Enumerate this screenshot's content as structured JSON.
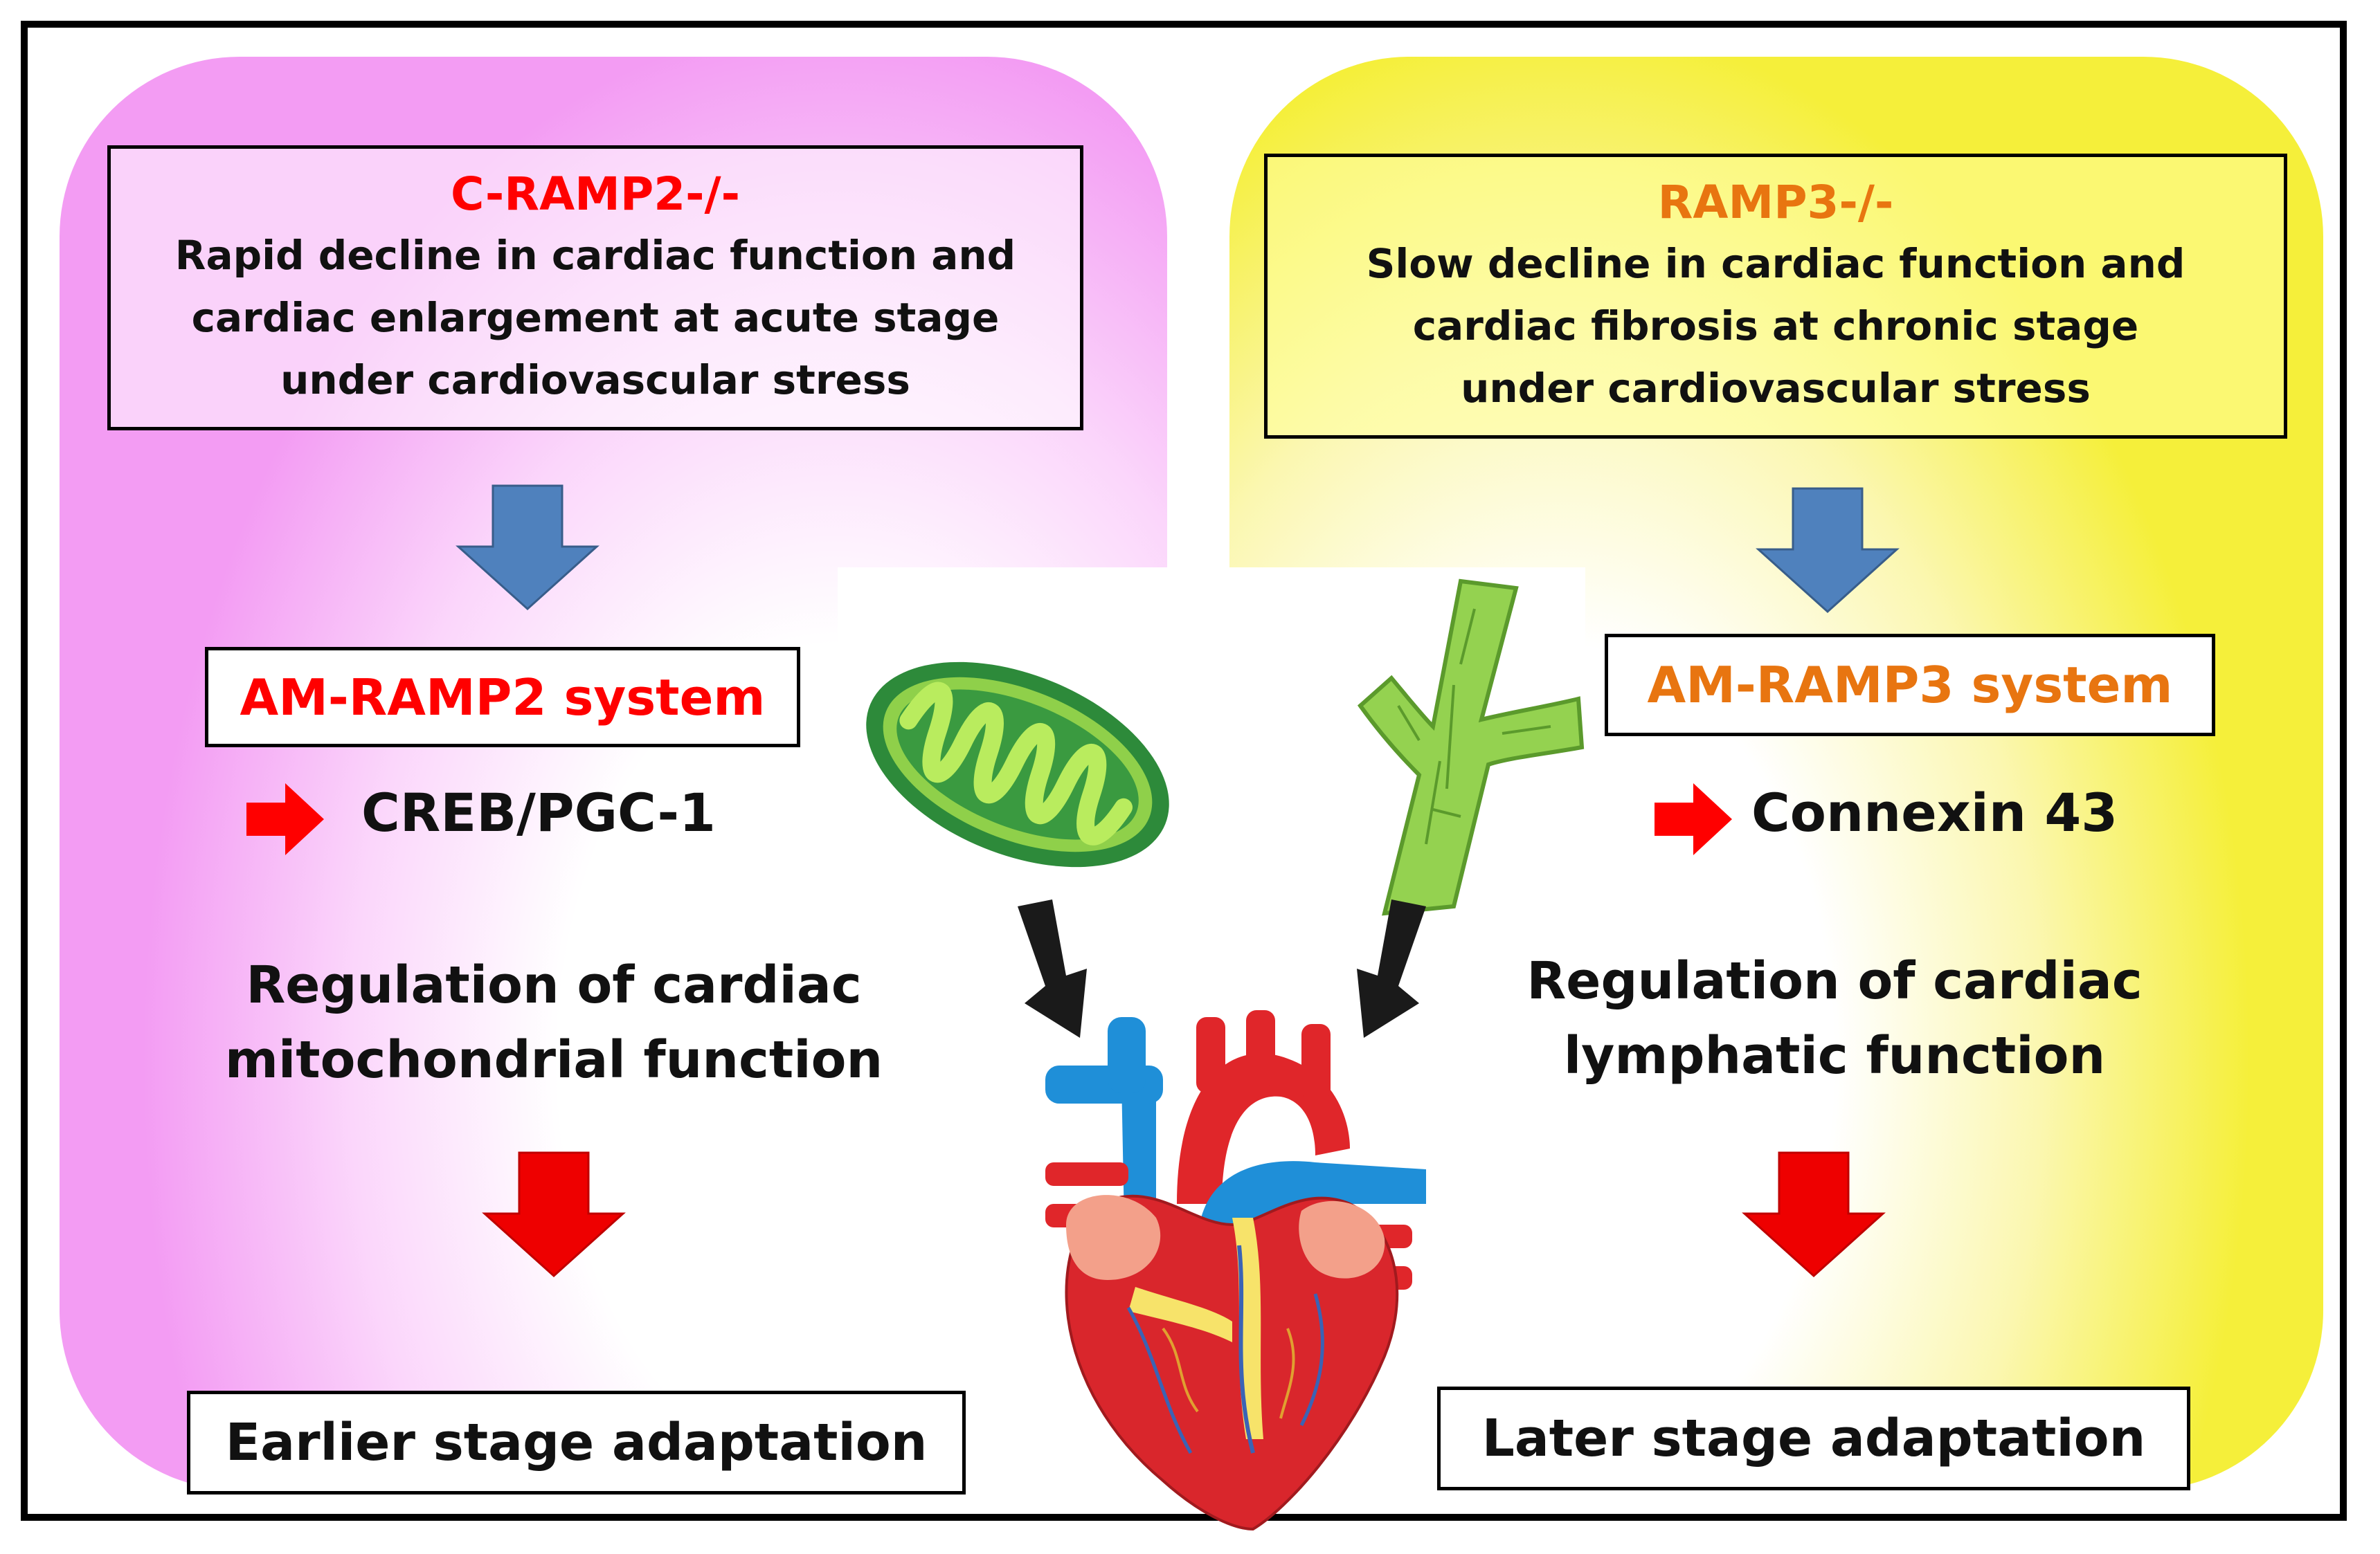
{
  "left": {
    "title": "C-RAMP2-/-",
    "desc_lines": [
      "Rapid decline in cardiac function and",
      "cardiac enlargement at acute stage",
      "under cardiovascular stress"
    ],
    "system": "AM-RAMP2 system",
    "molecule": "CREB/PGC-1",
    "regulation_lines": [
      "Regulation of cardiac",
      "mitochondrial function"
    ],
    "outcome": "Earlier stage adaptation"
  },
  "right": {
    "title": "RAMP3-/-",
    "desc_lines": [
      "Slow decline in cardiac function and",
      "cardiac fibrosis at chronic stage",
      "under cardiovascular stress"
    ],
    "system": "AM-RAMP3 system",
    "molecule": "Connexin 43",
    "regulation_lines": [
      "Regulation of cardiac",
      "lymphatic function"
    ],
    "outcome": "Later stage adaptation"
  },
  "colors": {
    "left_panel": "#f39cf3",
    "right_panel": "#f5ef3a",
    "left_accent": "#ff0000",
    "right_accent": "#e87510",
    "blue_arrow": "#4f81bd",
    "red_arrow": "#ff0000",
    "black_arrow": "#1a1a1a"
  },
  "icons": [
    "blue-down-arrow-icon",
    "red-right-arrow-icon",
    "red-down-arrow-icon",
    "black-diagonal-arrow-icon",
    "mitochondrion-icon",
    "lymphatic-vessel-icon",
    "heart-icon"
  ]
}
